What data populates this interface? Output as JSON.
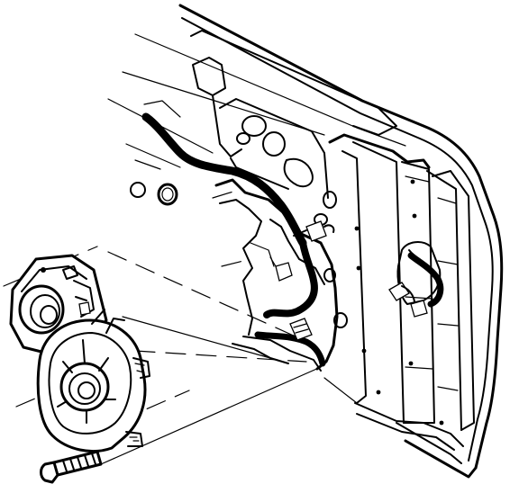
{
  "figure": {
    "kind": "technical-line-illustration",
    "colors": {
      "ink": "#000000",
      "paper": "#ffffff"
    },
    "parts": [
      "door-inner-panel",
      "door-outer-edge",
      "wiring-harness",
      "speaker-assembly",
      "speaker-bracket",
      "speaker-retaining-screw",
      "alignment-leader-lines"
    ]
  }
}
